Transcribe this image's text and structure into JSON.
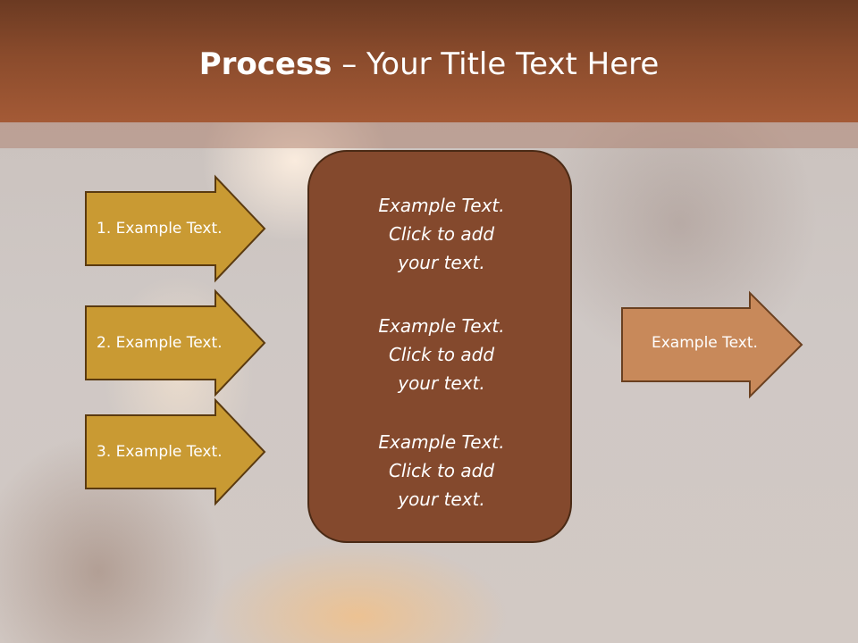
{
  "slide": {
    "title_bold": "Process",
    "title_rest": " – Your Title Text Here",
    "left_arrows": [
      {
        "label": "1. Example Text."
      },
      {
        "label": "2. Example Text."
      },
      {
        "label": "3. Example Text."
      }
    ],
    "center_blocks": [
      {
        "line1": "Example Text.",
        "line2": "Click  to add",
        "line3": "your text."
      },
      {
        "line1": "Example Text.",
        "line2": "Click  to add",
        "line3": "your text."
      },
      {
        "line1": "Example Text.",
        "line2": "Click  to add",
        "line3": "your text."
      }
    ],
    "right_arrow": {
      "label": "Example Text."
    }
  },
  "colors": {
    "header": "#8a4b2c",
    "left_arrow_fill": "#c99a33",
    "right_arrow_fill": "#c8895a",
    "center_box_fill": "#84492d",
    "outline": "#5a3a10"
  }
}
